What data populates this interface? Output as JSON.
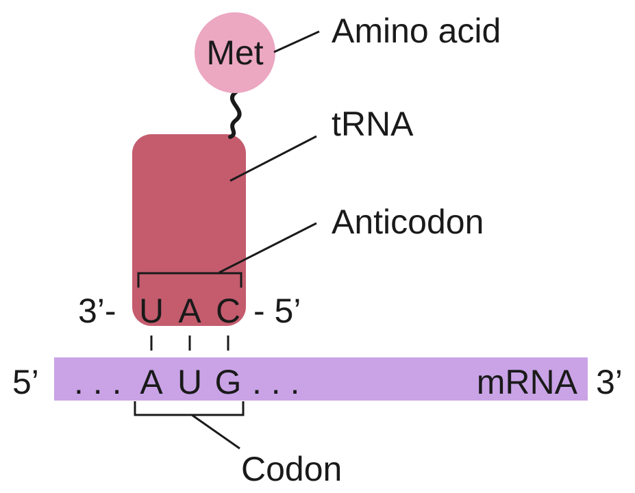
{
  "amino_acid": {
    "abbrev": "Met",
    "label": "Amino acid"
  },
  "trna": {
    "label": "tRNA"
  },
  "anticodon": {
    "label": "Anticodon",
    "left_end": "3’-",
    "bases": [
      "U",
      "A",
      "C"
    ],
    "right_end": "- 5’"
  },
  "mrna": {
    "left_end": "5’",
    "leading_dots": ". . .",
    "bases": [
      "A",
      "U",
      "G"
    ],
    "trailing_dots": ". . .",
    "label": "mRNA",
    "right_end": "3’"
  },
  "codon": {
    "label": "Codon"
  },
  "colors": {
    "amino_acid_fill": "#eca7c1",
    "trna_fill": "#c45c6e",
    "mrna_fill": "#c9a3e6",
    "line": "#1a1a1a"
  }
}
